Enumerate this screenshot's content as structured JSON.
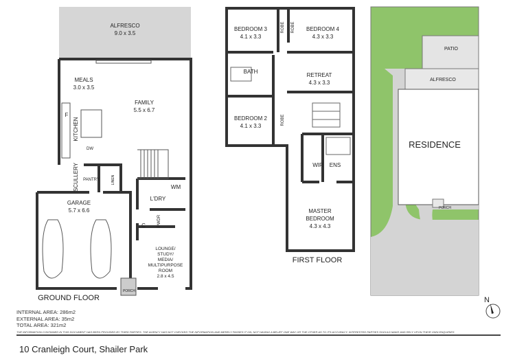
{
  "ground_floor": {
    "label": "GROUND FLOOR",
    "rooms": {
      "alfresco": {
        "name": "ALFRESCO",
        "size": "9.0 x 3.5"
      },
      "meals": {
        "name": "MEALS",
        "size": "3.0 x 3.5"
      },
      "family": {
        "name": "FAMILY",
        "size": "5.5 x 6.7"
      },
      "kitchen": {
        "name": "KITCHEN"
      },
      "fridge": {
        "name": "F"
      },
      "dishwasher": {
        "name": "DW"
      },
      "scullery": {
        "name": "SCULLERY"
      },
      "pantry": {
        "name": "PANTRY"
      },
      "linen": {
        "name": "LINEN"
      },
      "wm": {
        "name": "WM"
      },
      "laundry": {
        "name": "L'DRY"
      },
      "garage": {
        "name": "GARAGE",
        "size": "5.7 x 6.6"
      },
      "cupboard": {
        "name": "C"
      },
      "pwdr": {
        "name": "PWDR"
      },
      "lounge": {
        "lines": [
          "LOUNGE/",
          "STUDY/",
          "MEDIA/",
          "MULTIPURPOSE",
          "ROOM"
        ],
        "size": "2.8 x 4.5"
      },
      "porch": {
        "name": "PORCH"
      }
    }
  },
  "first_floor": {
    "label": "FIRST FLOOR",
    "rooms": {
      "bedroom3": {
        "name": "BEDROOM 3",
        "size": "4.1 x 3.3"
      },
      "robe1": {
        "name": "ROBE"
      },
      "robe2": {
        "name": "ROBE"
      },
      "bedroom4": {
        "name": "BEDROOM 4",
        "size": "4.3 x 3.3"
      },
      "bath": {
        "name": "BATH"
      },
      "retreat": {
        "name": "RETREAT",
        "size": "4.3 x 3.3"
      },
      "bedroom2": {
        "name": "BEDROOM 2",
        "size": "4.1 x 3.3"
      },
      "robe3": {
        "name": "ROBE"
      },
      "wir": {
        "name": "WIR"
      },
      "ens": {
        "name": "ENS"
      },
      "master": {
        "name": "MASTER",
        "name2": "BEDROOM",
        "size": "4.3 x 4.3"
      }
    }
  },
  "site": {
    "patio": "PATIO",
    "alfresco": "ALFRESCO",
    "residence": "RESIDENCE",
    "porch": "PORCH",
    "colors": {
      "lawn": "#8fc46a",
      "building": "#ffffff",
      "paving": "#d4d4d4"
    }
  },
  "north_label": "N",
  "areas": {
    "internal": "INTERNAL AREA: 286m2",
    "external": "EXTERNAL AREA: 35m2",
    "total": "TOTAL AREA: 321m2"
  },
  "disclaimer": "THE INFORMATION CONTAINED IN THIS DOCUMENT HAS BEEN PROVIDED BY THIRD PARTIES. THE AGENCY HAS NOT CHECKED THE INFORMATION AND MERELY PASSES IT ON, NOT HAVING A BELIEF ONE WAY OR  THE OTHER AS TO ITS ACCURACY. INTERESTED PARTIES SHOULD MAKE AND RELY UPON THEIR OWN ENQUIRIES",
  "address": "10 Cranleigh Court, Shailer Park"
}
